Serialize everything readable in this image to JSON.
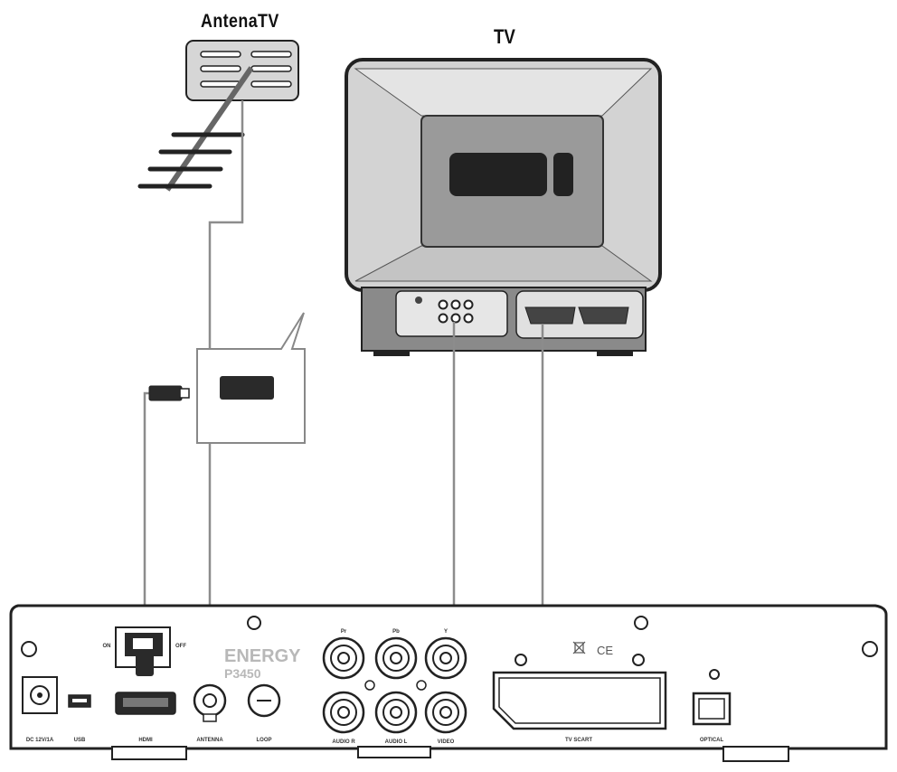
{
  "labels": {
    "antenna": "AntenaTV",
    "tv": "TV",
    "brand": "ENERGY",
    "model": "P3450",
    "ce_mark": "CE"
  },
  "port_labels": {
    "dc": "DC 12V/1A",
    "usb": "USB",
    "hdmi": "HDMI",
    "antenna_in": "ANTENNA",
    "loop": "LOOP",
    "audio_r": "AUDIO R",
    "audio_l": "AUDIO L",
    "video": "VIDEO",
    "scart": "TV SCART",
    "optical": "OPTICAL",
    "pr": "Pr",
    "pb": "Pb",
    "y": "Y",
    "switch_on": "ON",
    "switch_off": "OFF"
  },
  "colors": {
    "stroke": "#222222",
    "antenna_fill": "#d6d6d6",
    "tv_body": "#d3d3d3",
    "tv_screen": "#9a9a9a",
    "tv_base": "#8a8a8a",
    "cable": "#8c8c8c"
  }
}
